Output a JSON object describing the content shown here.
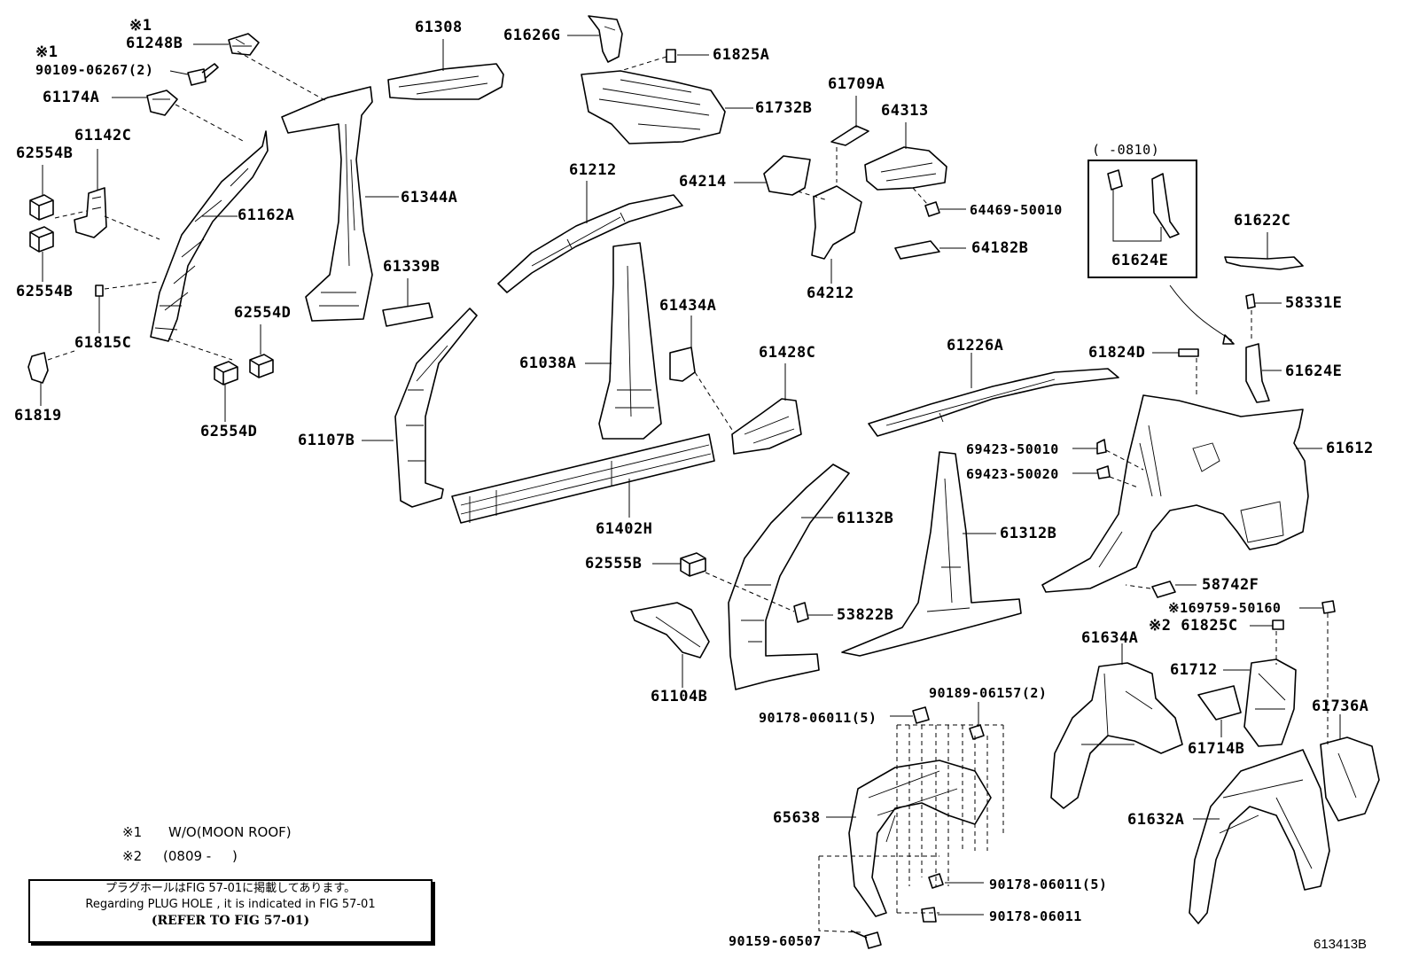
{
  "parts": {
    "p_61248B_note": "※1",
    "p_61248B": "61248B",
    "p_90109_note": "※1",
    "p_90109": "90109-06267(2)",
    "p_61174A": "61174A",
    "p_61142C": "61142C",
    "p_62554B_a": "62554B",
    "p_62554B_b": "62554B",
    "p_61162A": "61162A",
    "p_61815C": "61815C",
    "p_61819": "61819",
    "p_62554D_a": "62554D",
    "p_62554D_b": "62554D",
    "p_61308": "61308",
    "p_61344A": "61344A",
    "p_61339B": "61339B",
    "p_61107B": "61107B",
    "p_61626G": "61626G",
    "p_61825A": "61825A",
    "p_61732B": "61732B",
    "p_61212": "61212",
    "p_61038A": "61038A",
    "p_61402H": "61402H",
    "p_61434A": "61434A",
    "p_61428C": "61428C",
    "p_64214": "64214",
    "p_61709A": "61709A",
    "p_64313": "64313",
    "p_64469": "64469-50010",
    "p_64182B": "64182B",
    "p_64212": "64212",
    "p_61226A": "61226A",
    "p_61824D": "61824D",
    "p_69423_1": "69423-50010",
    "p_69423_2": "69423-50020",
    "p_61612": "61612",
    "p_61622C": "61622C",
    "p_58331E": "58331E",
    "p_61624E_a": "61624E",
    "p_61624E_b": "61624E",
    "p_variant_range": "(    -0810)",
    "p_61132B": "61132B",
    "p_61312B": "61312B",
    "p_62555B": "62555B",
    "p_53822B": "53822B",
    "p_61104B": "61104B",
    "p_58742F": "58742F",
    "p_69759": "※169759-50160",
    "p_61825C": "※2 61825C",
    "p_61634A": "61634A",
    "p_61712": "61712",
    "p_61714B": "61714B",
    "p_61736A": "61736A",
    "p_61632A": "61632A",
    "p_90189": "90189-06157(2)",
    "p_90178_a": "90178-06011(5)",
    "p_90178_b": "90178-06011(5)",
    "p_90178_c": "90178-06011",
    "p_65638": "65638",
    "p_90159": "90159-60507"
  },
  "legend": {
    "note1_mark": "※1",
    "note1_text": "W/O(MOON ROOF)",
    "note2_mark": "※2",
    "note2_text": "(0809 -     )"
  },
  "note_box": {
    "line_jp": "プラグホールはFIG 57-01に掲載してあります。",
    "line_en": "Regarding  PLUG HOLE , it is indicated in FIG  57-01",
    "line_ref": "(REFER TO FIG 57-01)"
  },
  "figure_number": "613413B"
}
